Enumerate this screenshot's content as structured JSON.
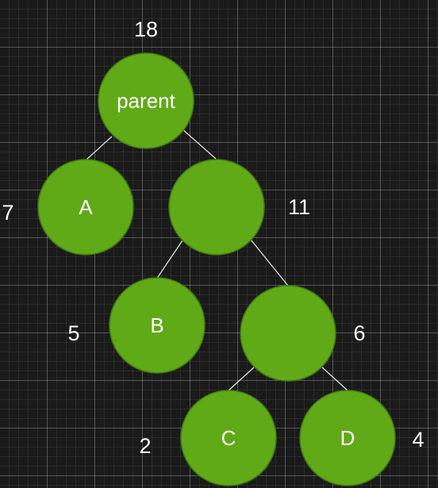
{
  "colors": {
    "node_fill": "#60a917",
    "edge": "#e8e8e8",
    "text": "#ffffff"
  },
  "nodes": {
    "root": {
      "label": "parent",
      "weight": "18"
    },
    "a": {
      "label": "A",
      "weight": "7"
    },
    "n1": {
      "label": "",
      "weight": "11"
    },
    "b": {
      "label": "B",
      "weight": "5"
    },
    "n2": {
      "label": "",
      "weight": "6"
    },
    "c": {
      "label": "C",
      "weight": "2"
    },
    "d": {
      "label": "D",
      "weight": "4"
    }
  },
  "edges": [
    {
      "from": "root",
      "to": "a"
    },
    {
      "from": "root",
      "to": "n1"
    },
    {
      "from": "n1",
      "to": "b"
    },
    {
      "from": "n1",
      "to": "n2"
    },
    {
      "from": "n2",
      "to": "c"
    },
    {
      "from": "n2",
      "to": "d"
    }
  ]
}
